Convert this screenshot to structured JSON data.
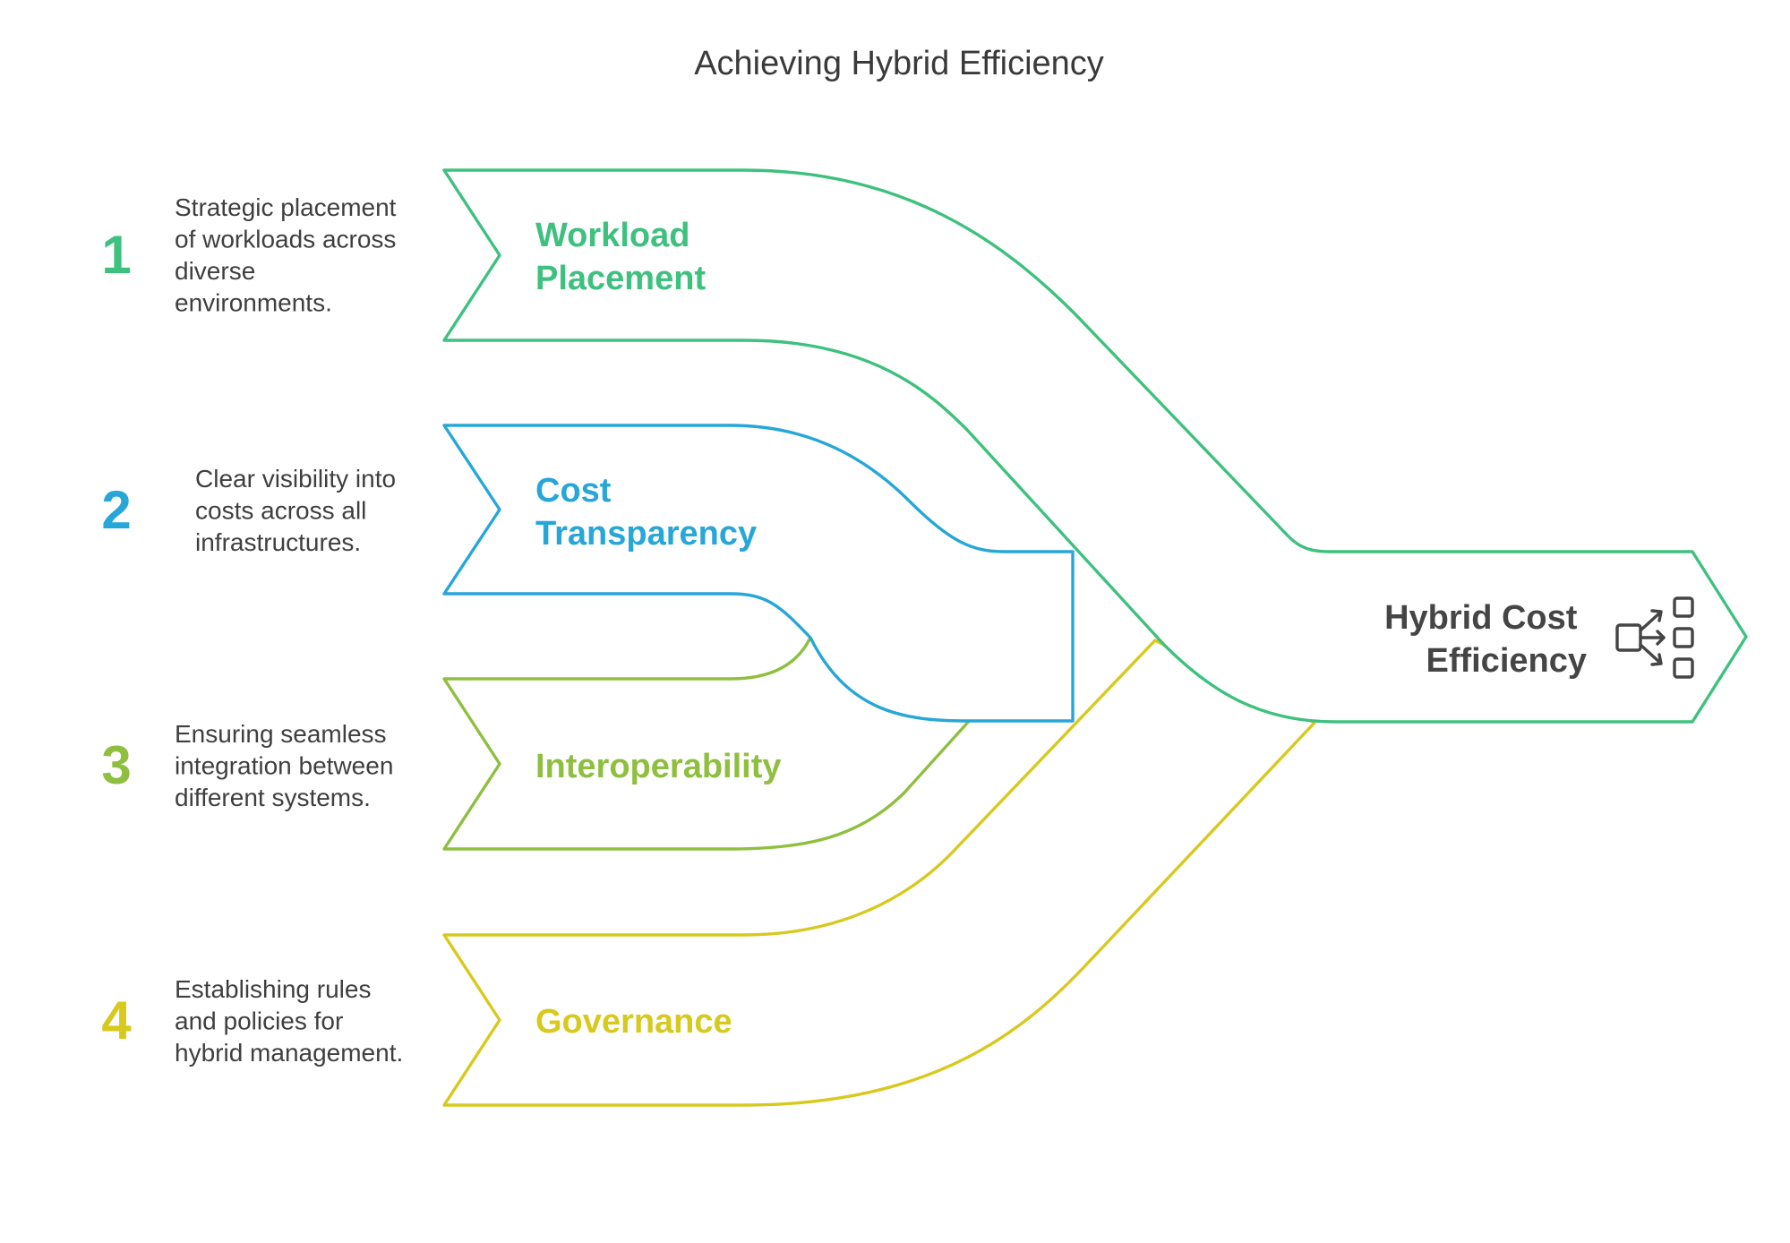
{
  "title": "Achieving Hybrid Efficiency",
  "colors": {
    "step1": "#3ec17e",
    "step2": "#27a6d8",
    "step3": "#8fbf3f",
    "step4": "#d8c91f",
    "hub": "#454545"
  },
  "steps": [
    {
      "number": "1",
      "label_lines": [
        "Workload",
        "Placement"
      ],
      "description_lines": [
        "Strategic placement",
        "of workloads across",
        "diverse",
        "environments."
      ]
    },
    {
      "number": "2",
      "label_lines": [
        "Cost",
        "Transparency"
      ],
      "description_lines": [
        "Clear visibility into",
        "costs across all",
        "infrastructures."
      ]
    },
    {
      "number": "3",
      "label_lines": [
        "Interoperability"
      ],
      "description_lines": [
        "Ensuring seamless",
        "integration between",
        "different systems."
      ]
    },
    {
      "number": "4",
      "label_lines": [
        "Governance"
      ],
      "description_lines": [
        "Establishing rules",
        "and policies for",
        "hybrid management."
      ]
    }
  ],
  "hub": {
    "label_lines": [
      "Hybrid Cost",
      "Efficiency"
    ],
    "icon": "distribution-icon"
  }
}
